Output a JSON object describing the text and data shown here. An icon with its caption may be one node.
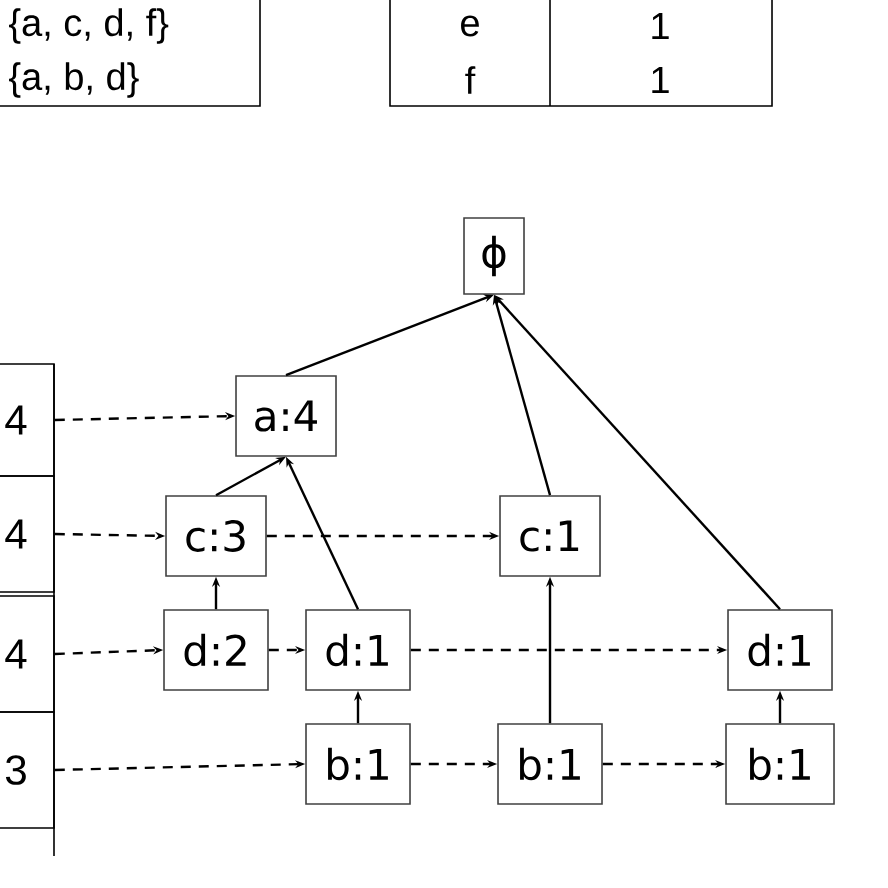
{
  "diagram": {
    "nodes": [
      {
        "text": [
          "ϕ"
        ]
      },
      {
        "text": [
          "4"
        ]
      },
      {
        "text": [
          "4"
        ]
      },
      {
        "text": [
          "4"
        ]
      },
      {
        "text": [
          "3"
        ]
      },
      {
        "text": [
          "a:4"
        ]
      },
      {
        "text": [
          "c:3"
        ]
      },
      {
        "text": [
          "c:1"
        ]
      },
      {
        "text": [
          "d:2"
        ]
      },
      {
        "text": [
          "d:1"
        ]
      },
      {
        "text": [
          "d:1"
        ]
      },
      {
        "text": [
          "b:1"
        ]
      },
      {
        "text": [
          "b:1"
        ]
      },
      {
        "text": [
          "b:1"
        ]
      }
    ],
    "edges": [
      {
        "from": 5,
        "to": 0,
        "arrow": "to"
      },
      {
        "from": 7,
        "to": 0,
        "arrow": "to"
      },
      {
        "from": 10,
        "to": 0,
        "arrow": "to"
      },
      {
        "from": 6,
        "to": 5,
        "arrow": "to"
      },
      {
        "from": 9,
        "to": 5,
        "arrow": "to"
      },
      {
        "from": 8,
        "to": 6,
        "arrow": "to"
      },
      {
        "from": 11,
        "to": 9,
        "arrow": "to"
      },
      {
        "from": 12,
        "to": 7,
        "arrow": "to"
      },
      {
        "from": 13,
        "to": 10,
        "arrow": "to"
      },
      {
        "from": 1,
        "to": 5,
        "arrow": "to",
        "style": "dashed"
      },
      {
        "from": 2,
        "to": 6,
        "arrow": "to",
        "style": "dashed"
      },
      {
        "from": 6,
        "to": 7,
        "arrow": "to",
        "style": "dashed"
      },
      {
        "from": 3,
        "to": 8,
        "arrow": "to",
        "style": "dashed"
      },
      {
        "from": 8,
        "to": 9,
        "arrow": "to",
        "style": "dashed"
      },
      {
        "from": 9,
        "to": 10,
        "arrow": "to",
        "style": "dashed"
      },
      {
        "from": 4,
        "to": 11,
        "arrow": "to",
        "style": "dashed"
      },
      {
        "from": 11,
        "to": 12,
        "arrow": "to",
        "style": "dashed"
      },
      {
        "from": 12,
        "to": 13,
        "arrow": "to",
        "style": "dashed"
      }
    ],
    "labels": [
      "{a, c, d, f}",
      "{a, b, d}",
      "e",
      "1",
      "f",
      "1"
    ]
  }
}
